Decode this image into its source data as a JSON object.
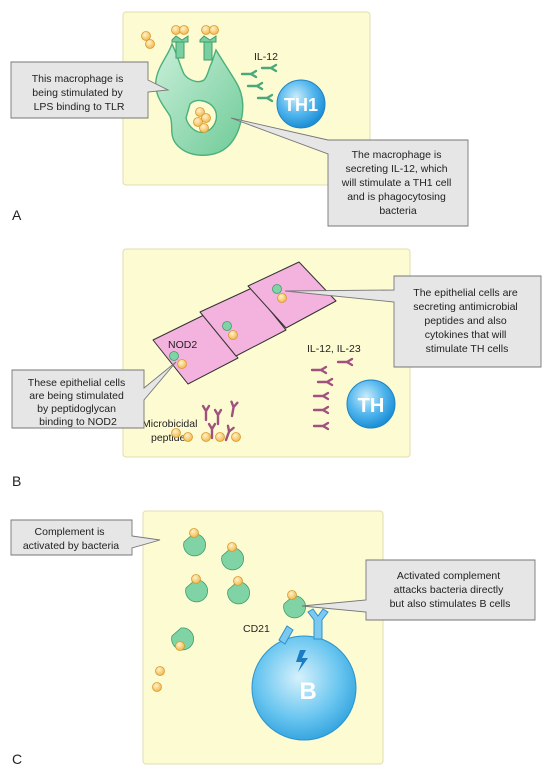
{
  "panels": [
    {
      "letter": "A",
      "callouts": [
        [
          "This macrophage is",
          "being stimulated by",
          "LPS binding to TLR"
        ],
        [
          "The macrophage is",
          "secreting IL-12, which",
          "will stimulate a TH1 cell",
          "and is phagocytosing",
          "bacteria"
        ]
      ],
      "labels": {
        "cytokine": "IL-12",
        "cell": "TH1"
      }
    },
    {
      "letter": "B",
      "callouts": [
        [
          "The epithelial cells are",
          "secreting antimicrobial",
          "peptides and also",
          "cytokines that will",
          "stimulate TH cells"
        ],
        [
          "These epithelial cells",
          "are being stimulated",
          "by peptidoglycan",
          "binding to NOD2"
        ]
      ],
      "labels": {
        "receptor": "NOD2",
        "peptides": [
          "Microbicidal",
          "peptides"
        ],
        "cytokines": "IL-12, IL-23",
        "cell": "TH"
      }
    },
    {
      "letter": "C",
      "callouts": [
        [
          "Complement is",
          "activated by bacteria"
        ],
        [
          "Activated complement",
          "attacks bacteria directly",
          "but also stimulates B cells"
        ]
      ],
      "labels": {
        "receptor": "CD21",
        "cell": "B"
      }
    }
  ],
  "colors": {
    "panel_bg": "#fdfbd2",
    "callout_bg": "#e6e6e6",
    "macrophage": "#7ed4a3",
    "epithelial": "#f4b2de",
    "t_cell": "#2fa6e6",
    "b_cell": "#5bc0ee",
    "bacteria": "#f6c463",
    "complement": "#7fd3a4"
  }
}
